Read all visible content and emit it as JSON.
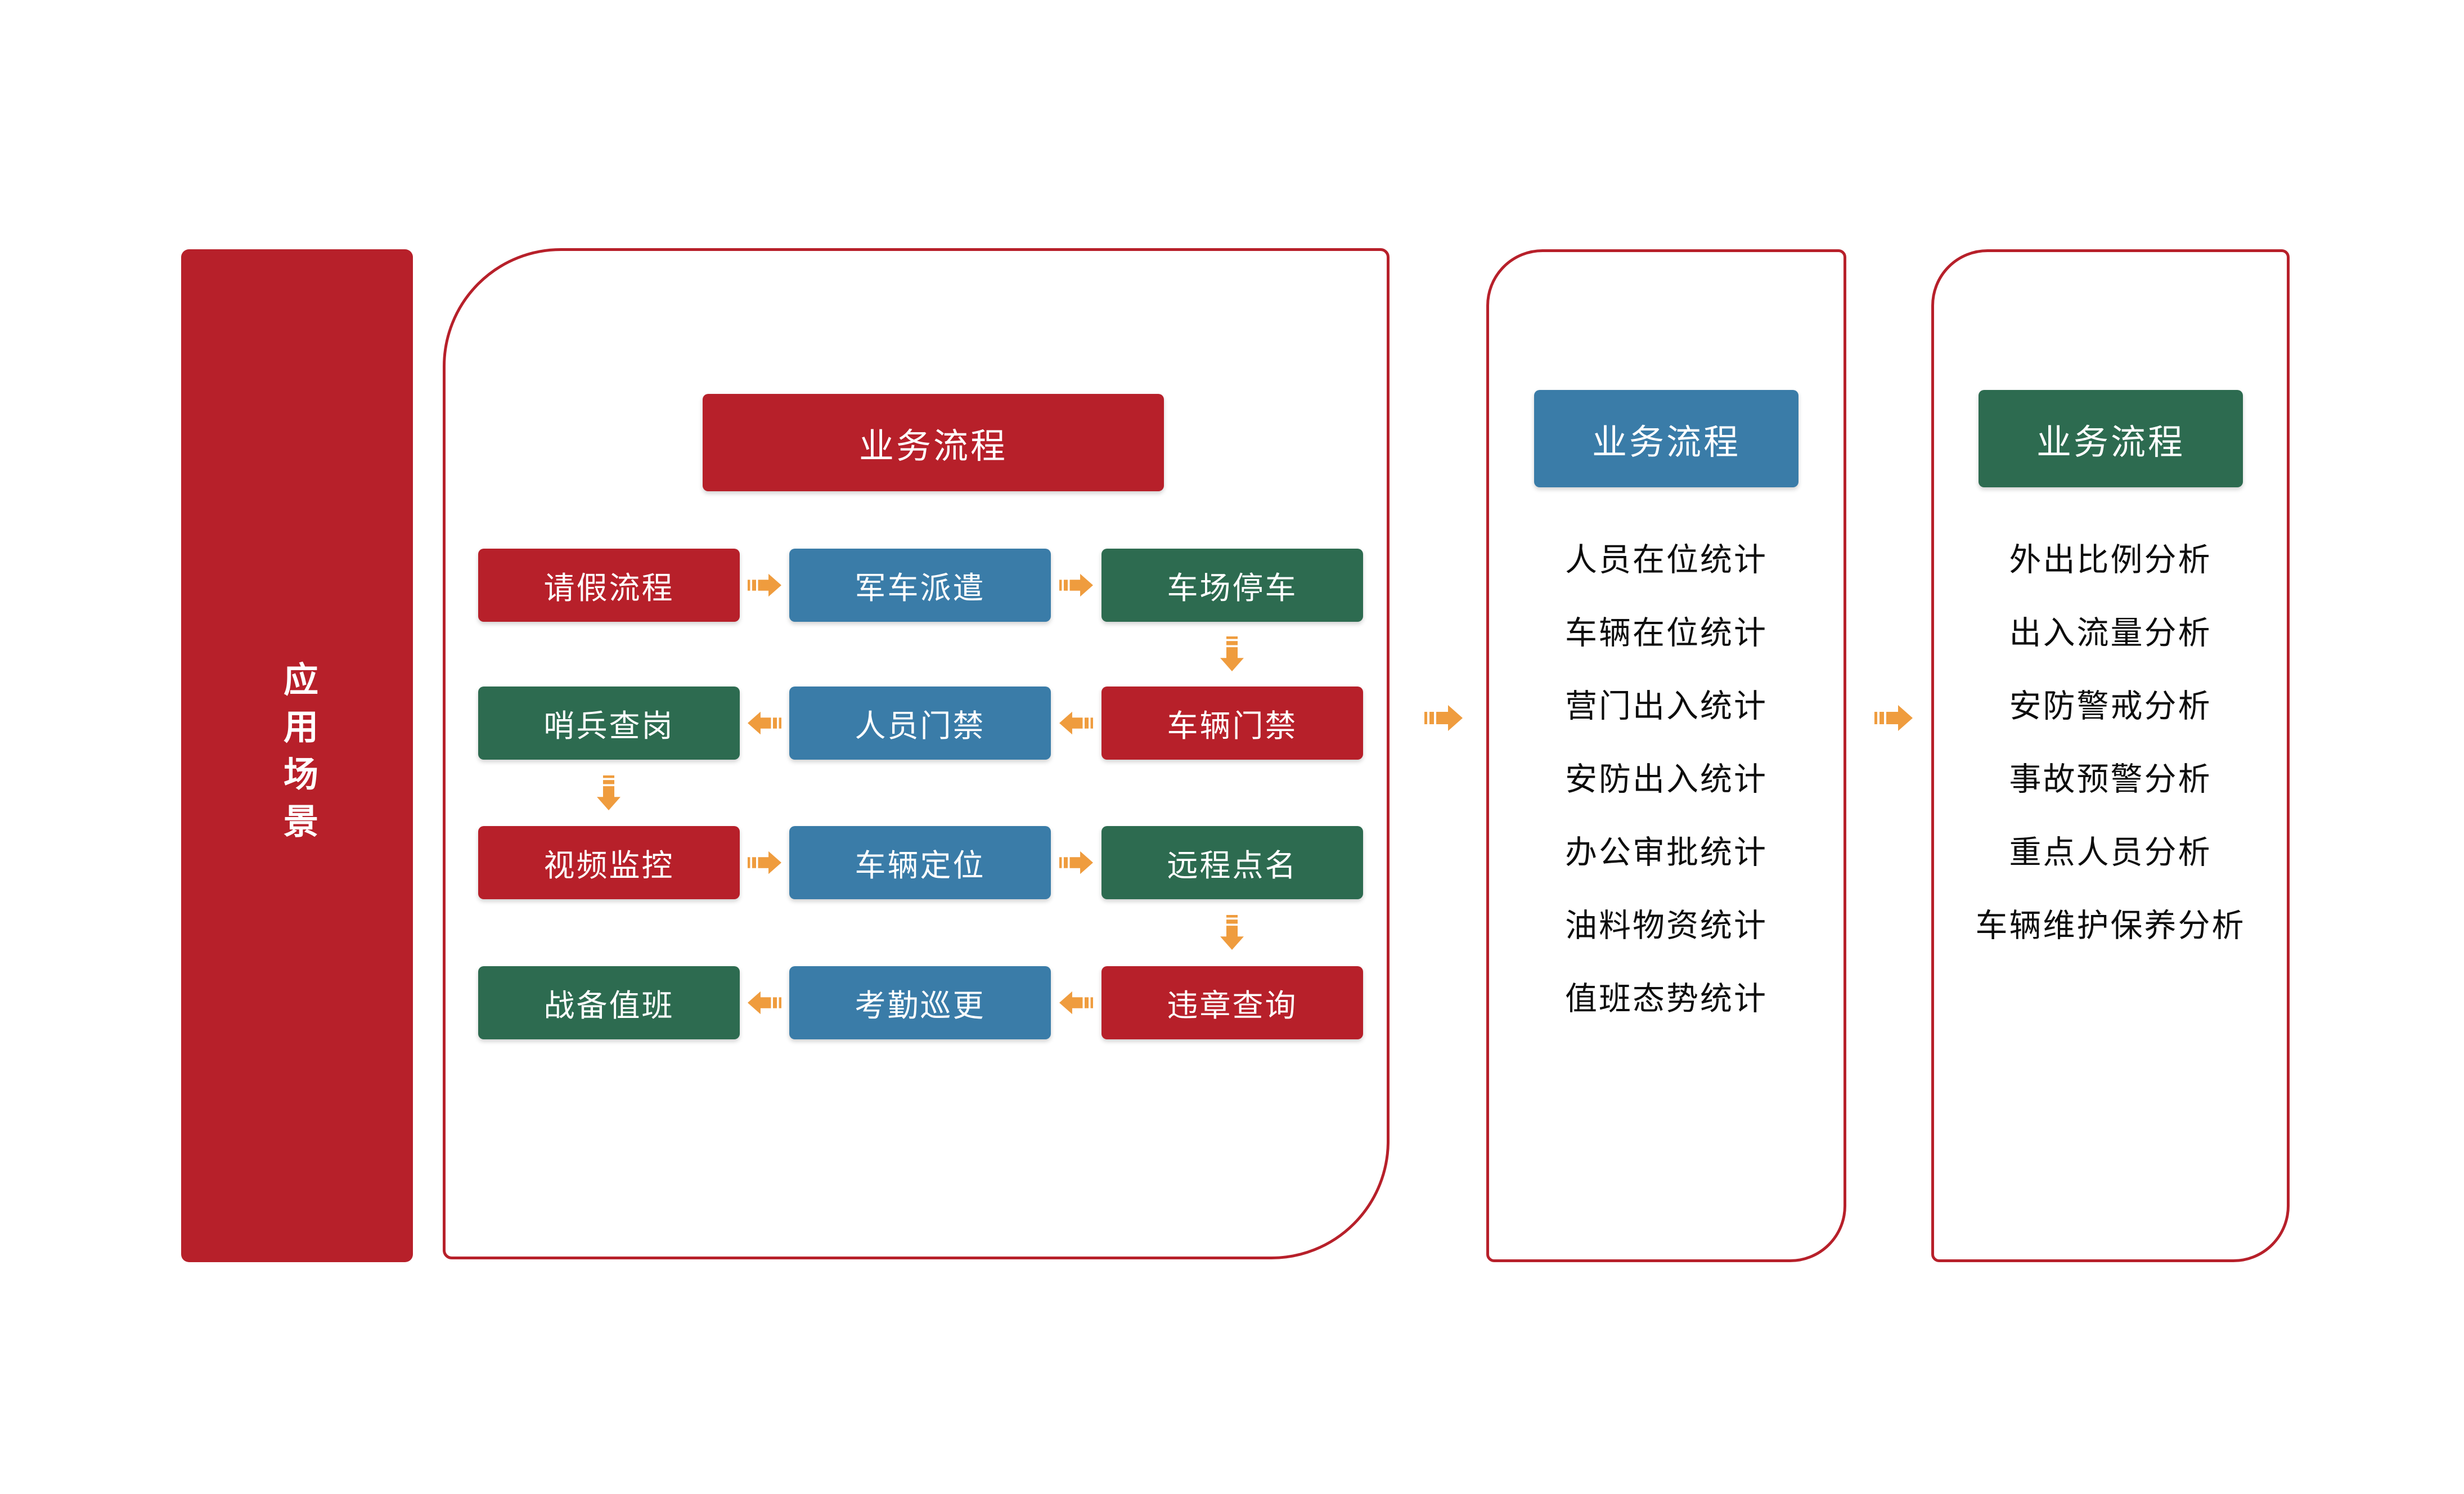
{
  "colors": {
    "red": "#B7202A",
    "blue": "#3A7CA8",
    "green": "#2D6B50",
    "orange": "#EF9C3E",
    "text": "#0d0d0d"
  },
  "sidebar": {
    "label": "应用场景"
  },
  "main_panel": {
    "header": "业务流程",
    "boxes": [
      {
        "label": "请假流程",
        "color": "#B7202A"
      },
      {
        "label": "军车派遣",
        "color": "#3A7CA8"
      },
      {
        "label": "车场停车",
        "color": "#2D6B50"
      },
      {
        "label": "哨兵查岗",
        "color": "#2D6B50"
      },
      {
        "label": "人员门禁",
        "color": "#3A7CA8"
      },
      {
        "label": "车辆门禁",
        "color": "#B7202A"
      },
      {
        "label": "视频监控",
        "color": "#B7202A"
      },
      {
        "label": "车辆定位",
        "color": "#3A7CA8"
      },
      {
        "label": "远程点名",
        "color": "#2D6B50"
      },
      {
        "label": "战备值班",
        "color": "#2D6B50"
      },
      {
        "label": "考勤巡更",
        "color": "#3A7CA8"
      },
      {
        "label": "违章查询",
        "color": "#B7202A"
      }
    ]
  },
  "stats_panel": {
    "header": "业务流程",
    "items": [
      "人员在位统计",
      "车辆在位统计",
      "营门出入统计",
      "安防出入统计",
      "办公审批统计",
      "油料物资统计",
      "值班态势统计"
    ]
  },
  "analysis_panel": {
    "header": "业务流程",
    "items": [
      "外出比例分析",
      "出入流量分析",
      "安防警戒分析",
      "事故预警分析",
      "重点人员分析",
      "车辆维护保养分析"
    ]
  }
}
